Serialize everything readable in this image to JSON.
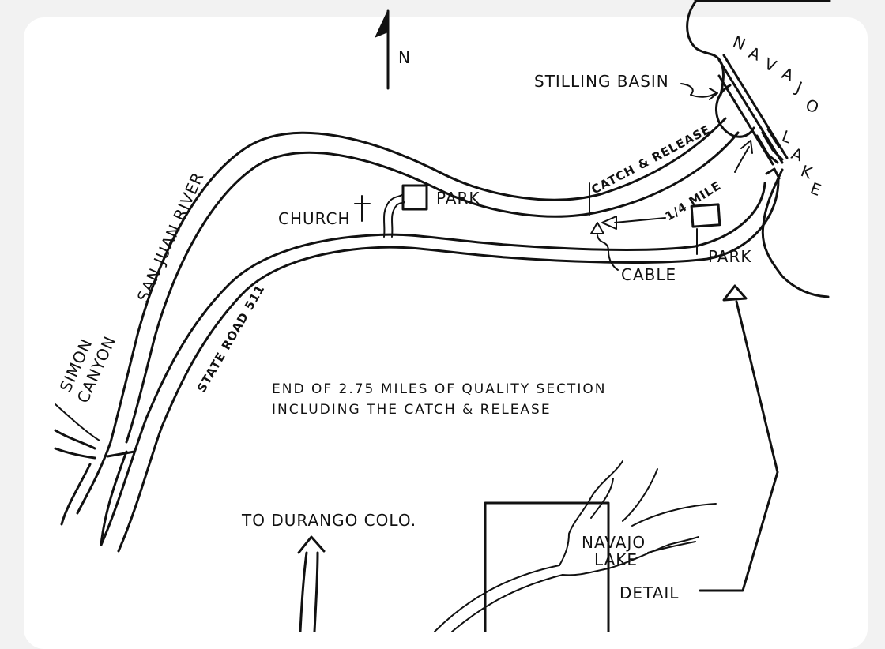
{
  "map": {
    "north": "N",
    "navajo_lake_letters": [
      "N",
      "A",
      "V",
      "A",
      "J",
      "O"
    ],
    "lake_letters": [
      "L",
      "A",
      "K",
      "E"
    ],
    "stilling_basin": "STILLING BASIN",
    "catch_release": "CATCH & RELEASE",
    "quarter_mile": "1/4 MILE",
    "park_upper": "PARK",
    "park_lower": "PARK",
    "church": "CHURCH",
    "cable": "CABLE",
    "san_juan_river": "SAN JUAN RIVER",
    "state_road": "STATE ROAD 511",
    "simon_canyon_line1": "SIMON",
    "simon_canyon_line2": "CANYON",
    "note_line1": "END OF 2.75 MILES OF QUALITY SECTION",
    "note_line2": "INCLUDING THE CATCH & RELEASE",
    "to_durango": "TO DURANGO COLO.",
    "inset_lake_line1": "NAVAJO",
    "inset_lake_line2": "LAKE",
    "detail": "DETAIL"
  }
}
